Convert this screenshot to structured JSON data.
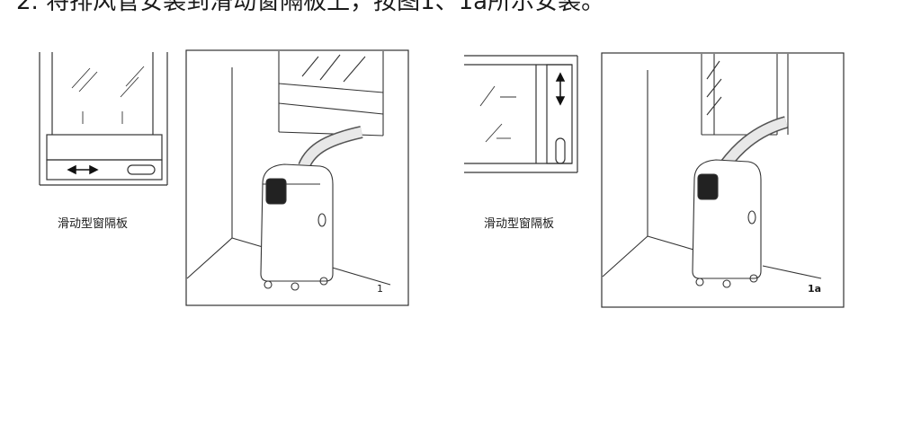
{
  "page": {
    "header_text": "2. 将排风管安装到滑动窗隔板上，按图1、1a所示安装。"
  },
  "figures": {
    "left_window_caption": "滑动型窗隔板",
    "right_window_caption": "滑动型窗隔板",
    "figure1_label": "1",
    "figure1a_label": "1a"
  }
}
